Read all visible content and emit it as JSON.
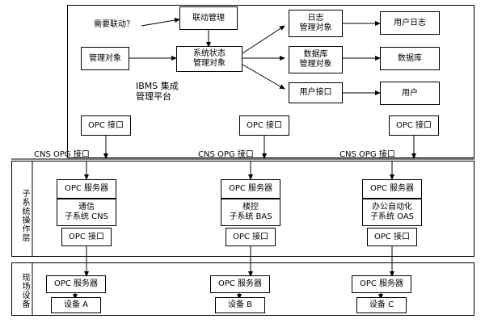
{
  "diagram": {
    "title_block": "IBMS 集成\n管理平台",
    "layers": {
      "subsystem_label": "子系统操作层",
      "field_label": "现场设备"
    },
    "ibms": {
      "question": "需要联动？",
      "linkage_mgmt": "联动管理",
      "managed_object": "管理对象",
      "system_state_object": "系统状态\n管理对象",
      "log_object": "日志\n管理对象",
      "db_object": "数据库\n管理对象",
      "ui_object": "用户接口",
      "user_log": "用户日志",
      "database": "数据库",
      "user": "用户",
      "opc_interfaces": [
        "OPC 接口",
        "OPC 接口",
        "OPC 接口"
      ]
    },
    "bus_labels": [
      "CNS  OPG 接口",
      "CNS  OPG 接口",
      "CNS  OPG 接口"
    ],
    "subsystems": [
      {
        "server": "OPC 服务器",
        "name": "通信\n子系统 CNS",
        "opc": "OPC 接口"
      },
      {
        "server": "OPC 服务器",
        "name": "楼控\n子系统 BAS",
        "opc": "OPC 接口"
      },
      {
        "server": "OPC 服务器",
        "name": "办公自动化\n子系统 OAS",
        "opc": "OPC 接口"
      }
    ],
    "devices": [
      {
        "server": "OPC 服务器",
        "name": "设备 A"
      },
      {
        "server": "OPC 服务器",
        "name": "设备 B"
      },
      {
        "server": "OPC 服务器",
        "name": "设备 C"
      }
    ]
  }
}
